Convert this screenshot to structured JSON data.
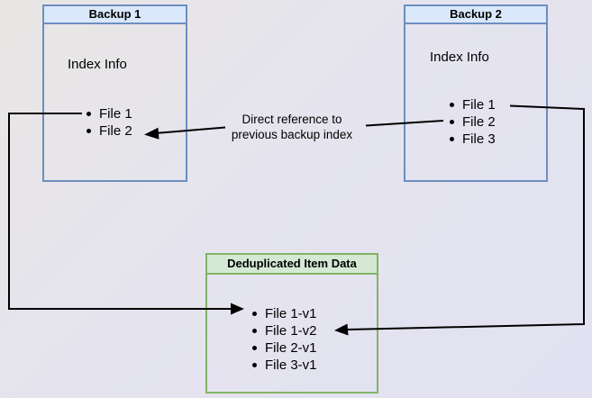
{
  "diagram": {
    "backup1": {
      "title": "Backup 1",
      "index_label": "Index Info",
      "files": [
        "File 1",
        "File 2"
      ]
    },
    "backup2": {
      "title": "Backup 2",
      "index_label": "Index Info",
      "files": [
        "File 1",
        "File 2",
        "File 3"
      ]
    },
    "dedup_store": {
      "title": "Deduplicated Item Data",
      "items": [
        "File 1-v1",
        "File 1-v2",
        "File 2-v1",
        "File 3-v1"
      ]
    },
    "annotation": {
      "line1": "Direct reference to",
      "line2": "previous backup index"
    }
  },
  "colors": {
    "backup_header_fill": "#dae8fc",
    "backup_border": "#6c8ebf",
    "dedup_header_fill": "#d5e8d4",
    "dedup_border": "#82b366",
    "arrow": "#000000"
  }
}
